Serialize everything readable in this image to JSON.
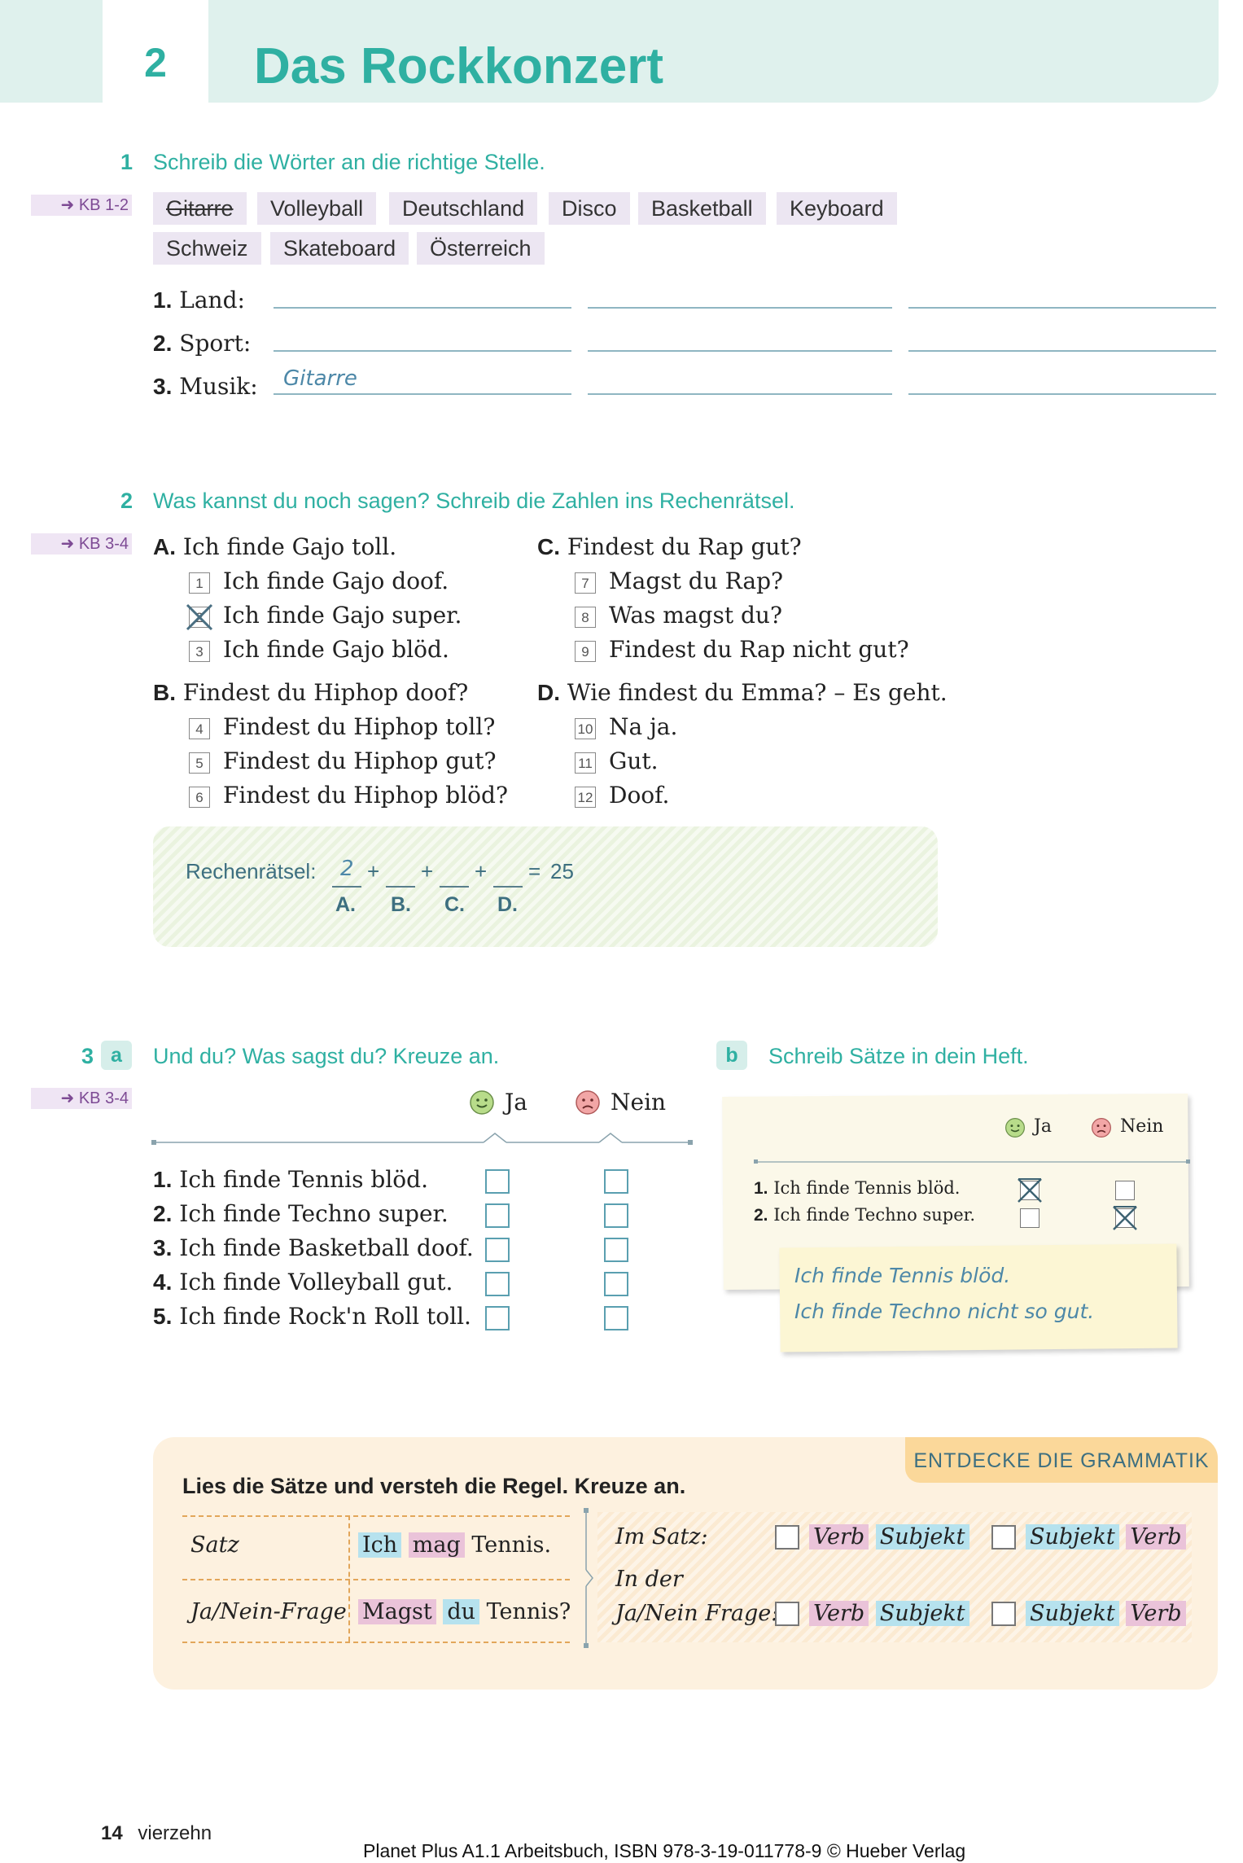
{
  "header": {
    "chapter_number": "2",
    "title": "Das Rockkonzert"
  },
  "ex1": {
    "number": "1",
    "title": "Schreib die Wörter an die richtige Stelle.",
    "kb": "KB 1-2",
    "words": [
      "Gitarre",
      "Volleyball",
      "Deutschland",
      "Disco",
      "Basketball",
      "Keyboard",
      "Schweiz",
      "Skateboard",
      "Österreich"
    ],
    "rows": [
      {
        "num": "1.",
        "label": "Land:",
        "answer": ""
      },
      {
        "num": "2.",
        "label": "Sport:",
        "answer": ""
      },
      {
        "num": "3.",
        "label": "Musik:",
        "answer": "Gitarre"
      }
    ]
  },
  "ex2": {
    "number": "2",
    "title": "Was kannst du noch sagen? Schreib die Zahlen ins Rechenrätsel.",
    "kb": "KB 3-4",
    "groups": [
      {
        "letter": "A.",
        "prompt": "Ich finde Gajo toll.",
        "options": [
          {
            "num": "1",
            "text": "Ich finde Gajo doof."
          },
          {
            "num": "2",
            "text": "Ich finde Gajo super."
          },
          {
            "num": "3",
            "text": "Ich finde Gajo blöd."
          }
        ]
      },
      {
        "letter": "B.",
        "prompt": "Findest du Hiphop doof?",
        "options": [
          {
            "num": "4",
            "text": "Findest du Hiphop toll?"
          },
          {
            "num": "5",
            "text": "Findest du Hiphop gut?"
          },
          {
            "num": "6",
            "text": "Findest du Hiphop blöd?"
          }
        ]
      },
      {
        "letter": "C.",
        "prompt": "Findest du Rap gut?",
        "options": [
          {
            "num": "7",
            "text": "Magst du Rap?"
          },
          {
            "num": "8",
            "text": "Was magst du?"
          },
          {
            "num": "9",
            "text": "Findest du Rap nicht gut?"
          }
        ]
      },
      {
        "letter": "D.",
        "prompt": "Wie findest du Emma? – Es geht.",
        "options": [
          {
            "num": "10",
            "text": "Na ja."
          },
          {
            "num": "11",
            "text": "Gut."
          },
          {
            "num": "12",
            "text": "Doof."
          }
        ]
      }
    ],
    "puzzle": {
      "label": "Rechenrätsel:",
      "answer_a": "2",
      "plus": "+",
      "equals": "=",
      "result": "25",
      "letters": [
        "A.",
        "B.",
        "C.",
        "D."
      ]
    }
  },
  "ex3": {
    "number": "3",
    "part_a": "a",
    "title_a": "Und du? Was sagst du? Kreuze an.",
    "part_b": "b",
    "title_b": "Schreib Sätze in dein Heft.",
    "kb": "KB 3-4",
    "yes": "Ja",
    "no": "Nein",
    "sentences": [
      {
        "num": "1.",
        "text": "Ich finde Tennis blöd."
      },
      {
        "num": "2.",
        "text": "Ich finde Techno super."
      },
      {
        "num": "3.",
        "text": "Ich finde Basketball doof."
      },
      {
        "num": "4.",
        "text": "Ich finde Volleyball gut."
      },
      {
        "num": "5.",
        "text": "Ich finde Rock'n Roll toll."
      }
    ],
    "example": {
      "yes": "Ja",
      "no": "Nein",
      "rows": [
        {
          "num": "1.",
          "text": "Ich finde Tennis blöd."
        },
        {
          "num": "2.",
          "text": "Ich finde Techno super."
        }
      ],
      "handwriting": [
        "Ich finde Tennis blöd.",
        "Ich finde Techno nicht so gut."
      ]
    }
  },
  "grammar": {
    "tab": "ENTDECKE DIE GRAMMATIK",
    "title": "Lies die Sätze und versteh die Regel. Kreuze an.",
    "row1_label": "Satz",
    "row1_words": [
      "Ich",
      "mag",
      "Tennis."
    ],
    "row2_label": "Ja/Nein-Frage",
    "row2_words": [
      "Magst",
      "du",
      "Tennis?"
    ],
    "im_satz": "Im Satz:",
    "in_der": "In der",
    "frage": "Ja/Nein Frage:",
    "verb": "Verb",
    "subjekt": "Subjekt"
  },
  "footer": {
    "page_number": "14",
    "page_word": "vierzehn",
    "credit": "Planet Plus A1.1 Arbeitsbuch, ISBN 978-3-19-011778-9 © Hueber Verlag"
  }
}
